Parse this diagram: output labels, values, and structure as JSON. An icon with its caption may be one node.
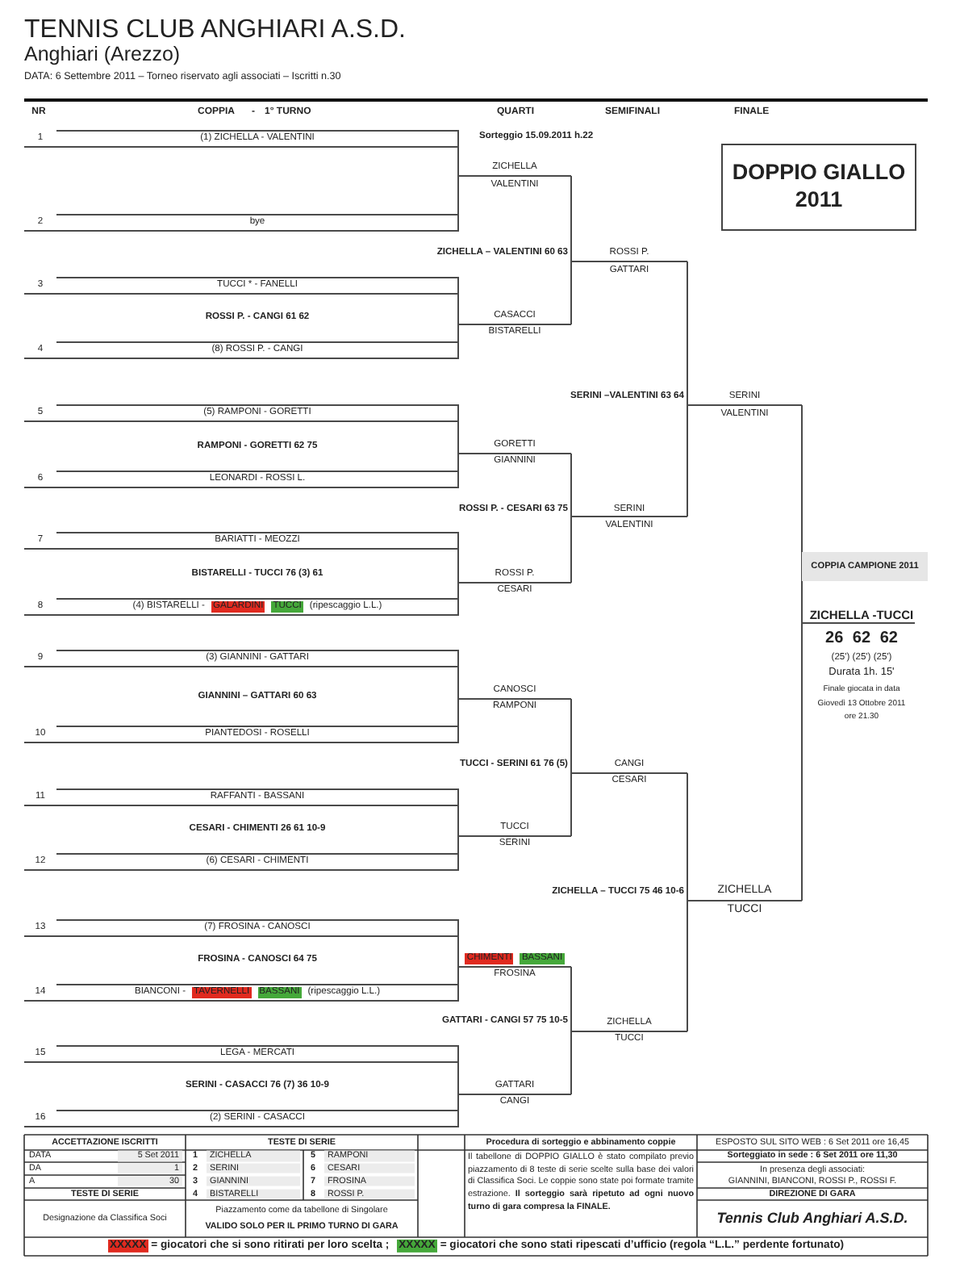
{
  "diagram": {
    "title": "TENNIS CLUB ANGHIARI A.S.D.",
    "nodes": [
      {
        "text": [
          "DOPPIO GIALLO 2011"
        ]
      },
      {
        "text": [
          "COPPIA CAMPIONE 2011"
        ]
      }
    ],
    "labels": [
      "Anghiari (Arezzo)",
      "DATA: 6 Settembre 2011 – Torneo riservato agli associati – Iscritti n.30",
      "NR",
      "COPPIA",
      "-",
      "1° TURNO",
      "QUARTI",
      "SEMIFINALI",
      "FINALE",
      "1",
      "(1) ZICHELLA - VALENTINI",
      "Sorteggio 15.09.2011 h.22",
      "ZICHELLA",
      "VALENTINI",
      "2",
      "bye",
      "ZICHELLA – VALENTINI 60 63",
      "ROSSI P.",
      "GATTARI",
      "3",
      "TUCCI * - FANELLI",
      "ROSSI P. - CANGI 61 62",
      "CASACCI",
      "BISTARELLI",
      "4",
      "(8) ROSSI P. - CANGI",
      "SERINI –VALENTINI 63 64",
      "SERINI",
      "5",
      "(5) RAMPONI - GORETTI",
      "VALENTINI",
      "RAMPONI - GORETTI 62 75",
      "GORETTI",
      "GIANNINI",
      "6",
      "LEONARDI - ROSSI L.",
      "ROSSI P. - CESARI 63 75",
      "SERINI",
      "VALENTINI",
      "7",
      "BARIATTI - MEOZZI",
      "BISTARELLI - TUCCI 76 (3) 61",
      "ROSSI P.",
      "CESARI",
      "8",
      "(4) BISTARELLI -",
      "GALARDINI",
      "TUCCI",
      "(ripescaggio L.L.)",
      "ZICHELLA -TUCCI",
      "26 62 62",
      "(25') (25') (25')",
      "Durata 1h. 15'",
      "Finale giocata in data",
      "Giovedì 13 Ottobre 2011",
      "ore 21.30",
      "9",
      "(3) GIANNINI - GATTARI",
      "CANOSCI",
      "RAMPONI",
      "GIANNINI – GATTARI 60 63",
      "10",
      "PIANTEDOSI - ROSELLI",
      "TUCCI - SERINI 61 76 (5)",
      "CANGI",
      "CESARI",
      "11",
      "RAFFANTI - BASSANI",
      "CESARI - CHIMENTI 26 61 10-9",
      "TUCCI",
      "SERINI",
      "12",
      "(6) CESARI - CHIMENTI",
      "ZICHELLA – TUCCI 75 46 10-6",
      "ZICHELLA",
      "TUCCI",
      "13",
      "(7) FROSINA - CANOSCI",
      "FROSINA - CANOSCI 64 75",
      "CHIMENTI",
      "BASSANI",
      "FROSINA",
      "14",
      "BIANCONI -",
      "TAVERNELLI",
      "BASSANI",
      "(ripescaggio L.L.)",
      "GATTARI - CANGI 57 75 10-5",
      "ZICHELLA",
      "TUCCI",
      "15",
      "LEGA - MERCATI",
      "SERINI - CASACCI 76 (7) 36 10-9",
      "GATTARI",
      "CANGI",
      "16",
      "(2) SERINI - CASACCI",
      "ACCETTAZIONE ISCRITTI",
      "TESTE DI SERIE",
      "Procedura di sorteggio e abbinamento coppie",
      "ESPOSTO SUL SITO WEB : 6 Set 2011 ore 16,45",
      "DATA",
      "5 Set 2011",
      "1",
      "ZICHELLA",
      "5",
      "RAMPONI",
      "Il tabellone di DOPPIO GIALLO è stato compilato previo piazzamento di 8 teste di serie scelte sulla base dei valori di Classifica Soci. Le coppie sono state poi formate tramite estrazione. **Il sorteggio sarà ripetuto ad ogni nuovo turno di gara compresa la FINALE.**",
      "Sorteggiato in sede : 6 Set 2011 ore 11,30",
      "DA",
      "1",
      "2",
      "SERINI",
      "6",
      "CESARI",
      "In presenza degli associati:",
      "A",
      "30",
      "3",
      "GIANNINI",
      "7",
      "FROSINA",
      "GIANNINI, BIANCONI, ROSSI P., ROSSI F.",
      "TESTE DI SERIE",
      "4",
      "BISTARELLI",
      "8",
      "ROSSI P.",
      "DIREZIONE DI GARA",
      "Designazione da Classifica Soci",
      "Piazzamento come da tabellone di Singolare",
      "VALIDO SOLO PER IL PRIMO TURNO DI GARA",
      "Tennis Club Anghiari A.S.D.",
      "XXXXX",
      "XXXXX"
    ],
    "legend": [
      {
        "text": "= giocatori che si sono ritirati per loro scelta ;",
        "color": "#e02a1f"
      },
      {
        "text": "= giocatori che sono stati ripescati d’ufficio (regola “L.L.” perdente fortunato)",
        "color": "#45a83a"
      }
    ]
  }
}
